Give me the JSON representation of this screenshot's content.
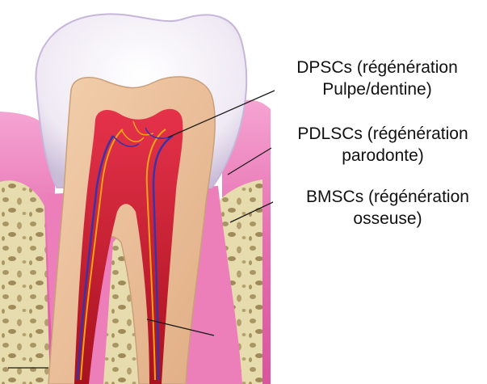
{
  "labels": {
    "dpsc": {
      "line1": "DPSCs (régénération",
      "line2": "Pulpe/dentine)"
    },
    "pdlsc": {
      "line1": "PDLSCs (régénération",
      "line2": "parodonte)"
    },
    "bmsc": {
      "line1": "BMSCs (régénération",
      "line2": "osseuse)"
    }
  },
  "colors": {
    "enamel": "#f1ecf4",
    "dentin": "#eec5a0",
    "pulp": "#cf2236",
    "gum": "#e66db0",
    "bone": "#e7dcae",
    "nerve": "#3a33a8",
    "vessel": "#f2a418"
  }
}
